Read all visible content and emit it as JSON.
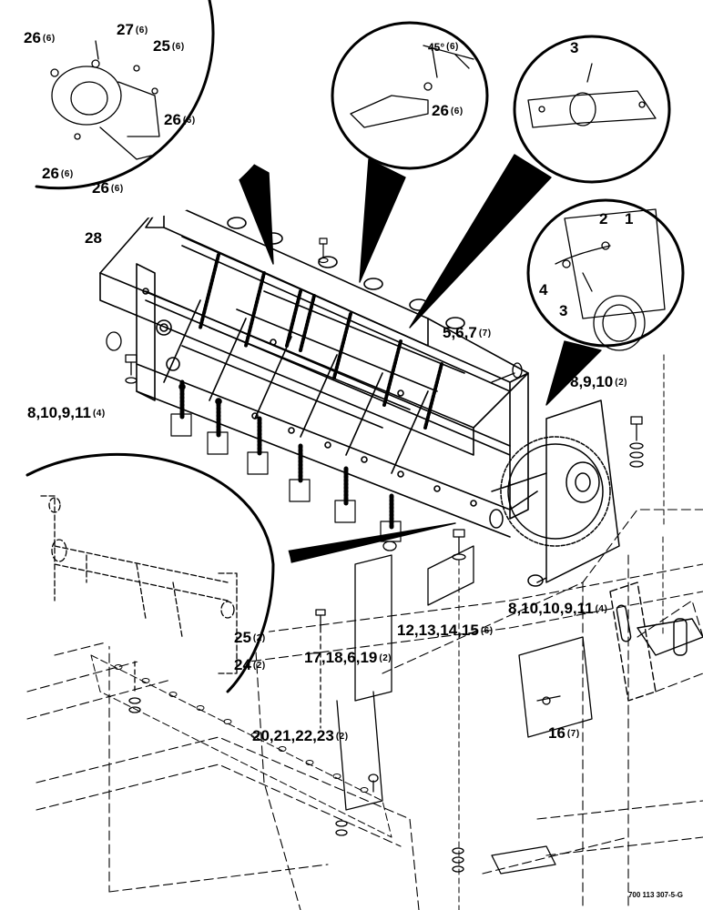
{
  "callouts": [
    {
      "id": "c26a",
      "num": "26",
      "qty": "(6)"
    },
    {
      "id": "c27",
      "num": "27",
      "qty": "(6)"
    },
    {
      "id": "c25a",
      "num": "25",
      "qty": "(6)"
    },
    {
      "id": "c26b",
      "num": "26",
      "qty": "(6)"
    },
    {
      "id": "c26c",
      "num": "26",
      "qty": "(6)"
    },
    {
      "id": "c26d",
      "num": "26",
      "qty": "(6)"
    },
    {
      "id": "c45",
      "num": "45°",
      "qty": "(6)"
    },
    {
      "id": "c26e",
      "num": "26",
      "qty": "(6)"
    },
    {
      "id": "c3a",
      "num": "3",
      "qty": ""
    },
    {
      "id": "c2",
      "num": "2",
      "qty": ""
    },
    {
      "id": "c1",
      "num": "1",
      "qty": ""
    },
    {
      "id": "c4",
      "num": "4",
      "qty": ""
    },
    {
      "id": "c3b",
      "num": "3",
      "qty": ""
    },
    {
      "id": "c28",
      "num": "28",
      "qty": ""
    },
    {
      "id": "c5677",
      "num": "5,6,7",
      "qty": "(7)"
    },
    {
      "id": "c891011",
      "num": "8,10,9,11",
      "qty": "(4)"
    },
    {
      "id": "c8910",
      "num": "8,9,10",
      "qty": "(2)"
    },
    {
      "id": "c25b",
      "num": "25",
      "qty": "(2)"
    },
    {
      "id": "c24",
      "num": "24",
      "qty": "(2)"
    },
    {
      "id": "c8101091",
      "num": "8,10,10,9,11",
      "qty": "(4)"
    },
    {
      "id": "c12131415",
      "num": "12,13,14,15",
      "qty": "(6)"
    },
    {
      "id": "c1718619",
      "num": "17,18,6,19",
      "qty": "(2)"
    },
    {
      "id": "c16",
      "num": "16",
      "qty": "(7)"
    },
    {
      "id": "c20212223",
      "num": "20,21,22,23",
      "qty": "(2)"
    }
  ],
  "drawing_number": "700 113 307-5-G"
}
